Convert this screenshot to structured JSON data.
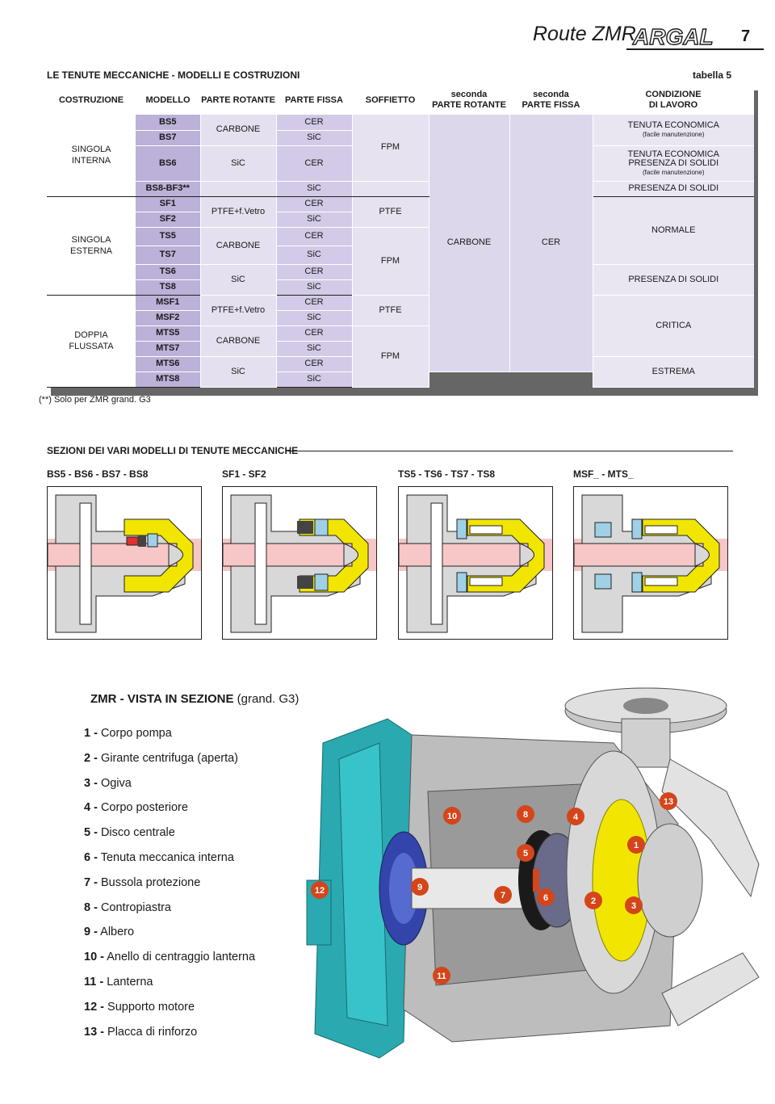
{
  "header": {
    "title": "Route  ZMR",
    "logo_text": "ARGAL",
    "page_number": "7"
  },
  "table": {
    "section_title": "LE TENUTE MECCANICHE - MODELLI E COSTRUZIONI",
    "label": "tabella 5",
    "headers": {
      "costruzione": "COSTRUZIONE",
      "modello": "MODELLO",
      "parte_rotante": "PARTE ROTANTE",
      "parte_fissa": "PARTE FISSA",
      "soffietto": "SOFFIETTO",
      "sec_rot_1": "seconda",
      "sec_rot_2": "PARTE ROTANTE",
      "sec_fix_1": "seconda",
      "sec_fix_2": "PARTE FISSA",
      "cond_1": "CONDIZIONE",
      "cond_2": "DI LAVORO"
    },
    "groups": {
      "singola_interna_1": "SINGOLA",
      "singola_interna_2": "INTERNA",
      "singola_esterna_1": "SINGOLA",
      "singola_esterna_2": "ESTERNA",
      "doppia_1": "DOPPIA",
      "doppia_2": "FLUSSATA"
    },
    "models": [
      "BS5",
      "BS7",
      "BS6",
      "BS8-BF3**",
      "SF1",
      "SF2",
      "TS5",
      "TS7",
      "TS6",
      "TS8",
      "MSF1",
      "MSF2",
      "MTS5",
      "MTS7",
      "MTS6",
      "MTS8"
    ],
    "rotante": {
      "carbone": "CARBONE",
      "sic": "SiC",
      "ptfe_vetro": "PTFE+f.Vetro"
    },
    "fissa": {
      "cer": "CER",
      "sic": "SiC"
    },
    "soffietto": {
      "fpm": "FPM",
      "ptfe": "PTFE"
    },
    "seconda_rotante": "CARBONE",
    "seconda_fissa": "CER",
    "condizioni": {
      "eco1": "TENUTA ECONOMICA",
      "eco1_sub": "(facile manutenzione)",
      "eco2": "TENUTA ECONOMICA",
      "eco2_b": "PRESENZA DI SOLIDI",
      "eco2_sub": "(facile manutenzione)",
      "solidi1": "PRESENZA DI SOLIDI",
      "normale": "NORMALE",
      "solidi2": "PRESENZA DI SOLIDI",
      "critica": "CRITICA",
      "estrema": "ESTREMA"
    },
    "footnote": "(**) Solo per ZMR grand. G3"
  },
  "sections": {
    "title": "SEZIONI DEI VARI MODELLI DI TENUTE MECCANICHE",
    "labels": [
      "BS5 - BS6 - BS7 - BS8",
      "SF1 - SF2",
      "TS5 - TS6 - TS7 - TS8",
      "MSF_ - MTS_"
    ]
  },
  "cutaway": {
    "title_bold": "ZMR - VISTA IN SEZIONE",
    "title_rest": " (grand. G3)",
    "legend": [
      {
        "num": "1 -",
        "text": "Corpo pompa"
      },
      {
        "num": "2 -",
        "text": "Girante centrifuga (aperta)"
      },
      {
        "num": "3 -",
        "text": "Ogiva"
      },
      {
        "num": "4 -",
        "text": "Corpo posteriore"
      },
      {
        "num": "5 -",
        "text": "Disco centrale"
      },
      {
        "num": "6 -",
        "text": "Tenuta meccanica interna"
      },
      {
        "num": "7 -",
        "text": "Bussola protezione"
      },
      {
        "num": "8 -",
        "text": "Contropiastra"
      },
      {
        "num": "9 -",
        "text": "Albero"
      },
      {
        "num": "10 -",
        "text": "Anello di centraggio lanterna"
      },
      {
        "num": "11 -",
        "text": "Lanterna"
      },
      {
        "num": "12 -",
        "text": "Supporto motore"
      },
      {
        "num": "13 -",
        "text": "Placca di rinforzo"
      }
    ],
    "callouts": [
      "1",
      "2",
      "3",
      "4",
      "5",
      "6",
      "7",
      "8",
      "9",
      "10",
      "11",
      "12",
      "13"
    ]
  },
  "colors": {
    "table_bg": "#d9d2ea",
    "model_bg": "#bcb1d8",
    "callout": "#d4451a",
    "teal": "#2aa9b0",
    "yellow": "#f2e600",
    "pink": "#f7c6c6"
  }
}
